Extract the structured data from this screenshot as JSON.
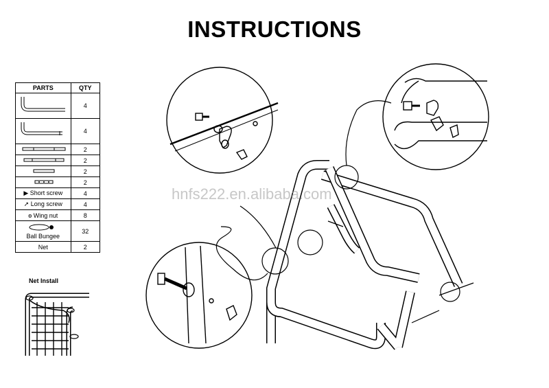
{
  "title": "INSTRUCTIONS",
  "parts_table": {
    "headers": {
      "parts": "PARTS",
      "qty": "QTY"
    },
    "rows": [
      {
        "icon": "long-bent-tube-icon",
        "label": "",
        "qty": "4"
      },
      {
        "icon": "short-bent-tube-icon",
        "label": "",
        "qty": "4"
      },
      {
        "icon": "straight-tube-icon",
        "label": "",
        "qty": "2"
      },
      {
        "icon": "straight-tube-icon",
        "label": "",
        "qty": "2"
      },
      {
        "icon": "short-tube-icon",
        "label": "",
        "qty": "2"
      },
      {
        "icon": "connector-tube-icon",
        "label": "",
        "qty": "2"
      },
      {
        "icon": "short-screw-icon",
        "label": "Short screw",
        "qty": "4"
      },
      {
        "icon": "long-screw-icon",
        "label": "Long screw",
        "qty": "4"
      },
      {
        "icon": "wing-nut-icon",
        "label": "Wing nut",
        "qty": "8"
      },
      {
        "icon": "ball-bungee-icon",
        "label": "Ball Bungee",
        "qty": "32"
      },
      {
        "icon": "",
        "label": "Net",
        "qty": "2"
      }
    ]
  },
  "net_install": {
    "title": "Net  Install"
  },
  "watermark": "hnfs222.en.alibaba.com"
}
